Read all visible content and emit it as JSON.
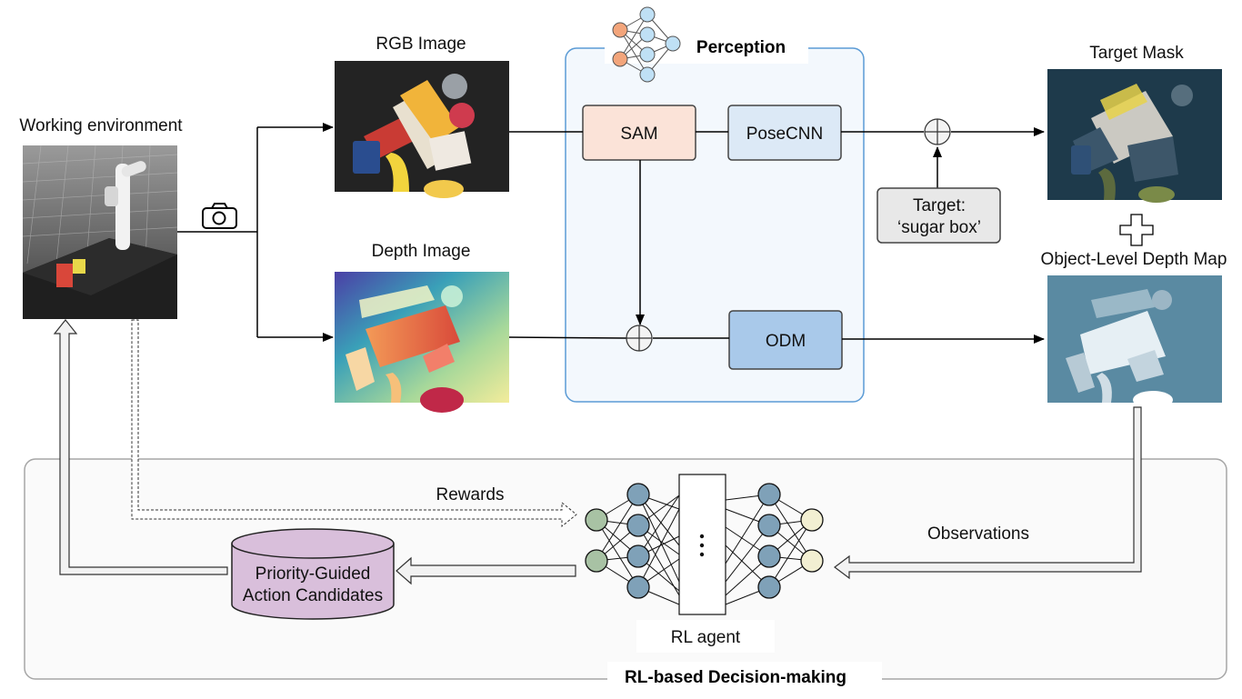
{
  "labels": {
    "working_environment": "Working environment",
    "rgb_image": "RGB Image",
    "depth_image": "Depth Image",
    "perception": "Perception",
    "target_mask": "Target Mask",
    "object_depth_map": "Object-Level Depth Map",
    "rewards": "Rewards",
    "observations": "Observations",
    "rl_agent": "RL agent",
    "decision_making": "RL-based Decision-making"
  },
  "modules": {
    "sam": "SAM",
    "posecnn": "PoseCNN",
    "odm": "ODM",
    "target_line1": "Target:",
    "target_line2": "‘sugar box’",
    "action_line1": "Priority-Guided",
    "action_line2": "Action Candidates"
  },
  "colors": {
    "sam_fill": "#fbe3d8",
    "posecnn_fill": "#dce9f6",
    "odm_fill": "#a9c9ea",
    "perception_bg": "#f3f8fd",
    "perception_border": "#5b9bd5",
    "decision_bg": "#fafafa",
    "decision_border": "#a6a6a6",
    "target_fill": "#e8e8e8",
    "action_fill": "#d9bfdb",
    "node_blue": "#7fa1b8",
    "node_green": "#a8c2a4",
    "node_cream": "#f2efd2",
    "node_orange": "#f3a57b",
    "node_light_blue": "#bfe0f5"
  }
}
